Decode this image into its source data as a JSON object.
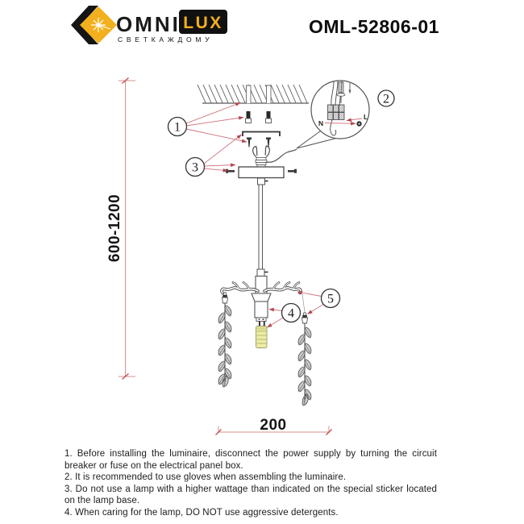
{
  "header": {
    "brand": {
      "name_part1": "OMNI",
      "name_part2": "LUX",
      "tagline": "С В Е Т   К А Ж Д О М У"
    },
    "model": "OML-52806-01"
  },
  "diagram": {
    "callouts": [
      "1",
      "2",
      "3",
      "4",
      "5"
    ],
    "wiring_labels": {
      "neutral": "N",
      "line": "L"
    },
    "dimensions": {
      "height_range": "600-1200",
      "width": "200"
    }
  },
  "footer": {
    "instructions": [
      "1. Before installing the luminaire, disconnect the power supply by turning the circuit breaker or fuse on the electrical panel box.",
      "2. It is recommended to use gloves when assembling the luminaire.",
      "3. Do not use a lamp with a higher wattage than indicated on the special sticker located on the lamp base.",
      "4. When caring for the lamp, DO NOT use aggressive detergents."
    ]
  },
  "colors": {
    "brand_yellow": "#f2b01e",
    "logo_black": "#151515",
    "drawing_gray": "#555555",
    "arrow_red": "#d0757d",
    "arrowhead_red": "#b4454e",
    "dimension_red": "#d98f8f",
    "bulb_yellow": "#ececa4"
  }
}
